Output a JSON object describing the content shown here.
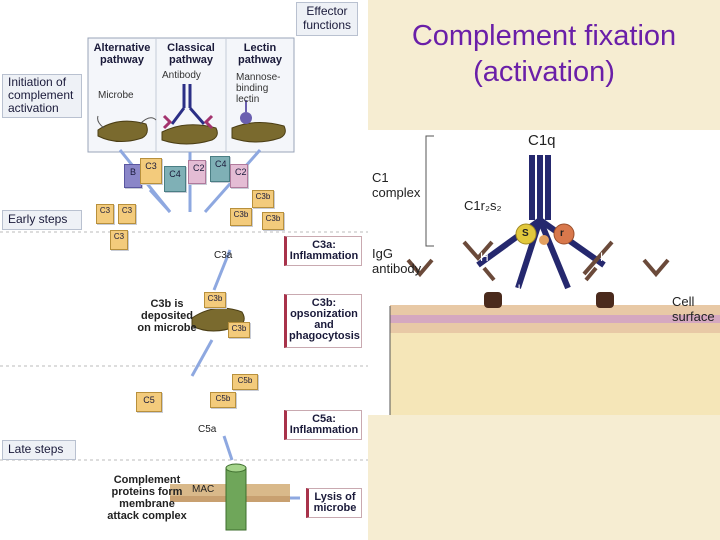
{
  "slide_title": {
    "line1": "Complement fixation",
    "line2": "(activation)"
  },
  "left_figure": {
    "effector_header": {
      "line1": "Effector",
      "line2": "functions"
    },
    "pathways": [
      {
        "line1": "Alternative",
        "line2": "pathway"
      },
      {
        "line1": "Classical",
        "line2": "pathway"
      },
      {
        "line1": "Lectin",
        "line2": "pathway"
      }
    ],
    "antibody_label": "Antibody",
    "microbe_label": "Microbe",
    "mbl_label": {
      "line1": "Mannose-",
      "line2": "binding",
      "line3": "lectin"
    },
    "stage_tabs": {
      "initiation": {
        "line1": "Initiation of",
        "line2": "complement",
        "line3": "activation"
      },
      "early": "Early steps",
      "late": "Late steps"
    },
    "proteins": {
      "B": "B",
      "C3": "C3",
      "C4": "C4",
      "C2": "C2",
      "C4b": "C4",
      "C2b": "C2",
      "C3b": "C3b",
      "C3a": "C3a",
      "C5": "C5",
      "C5b": "C5b",
      "C5a": "C5a",
      "MAC": "MAC"
    },
    "c3b_deposit": {
      "line1": "C3b is",
      "line2": "deposited",
      "line3": "on microbe"
    },
    "complement_mac": {
      "line1": "Complement",
      "line2": "proteins form",
      "line3": "membrane",
      "line4": "attack complex"
    },
    "effects": [
      {
        "line1": "C3a:",
        "line2": "Inflammation"
      },
      {
        "line1": "C3b:",
        "line2": "opsonization",
        "line3": "and",
        "line4": "phagocytosis"
      },
      {
        "line1": "C5a:",
        "line2": "Inflammation"
      },
      {
        "line1": "Lysis of",
        "line2": "microbe"
      }
    ]
  },
  "right_figure": {
    "c1q": "C1q",
    "c1_complex": {
      "line1": "C1",
      "line2": "complex"
    },
    "c1r2s2": "C1r₂s₂",
    "igg": {
      "line1": "IgG",
      "line2": "antibody"
    },
    "cell_surface": {
      "line1": "Cell",
      "line2": "surface"
    },
    "H": "H",
    "S": "S",
    "r": "r"
  }
}
